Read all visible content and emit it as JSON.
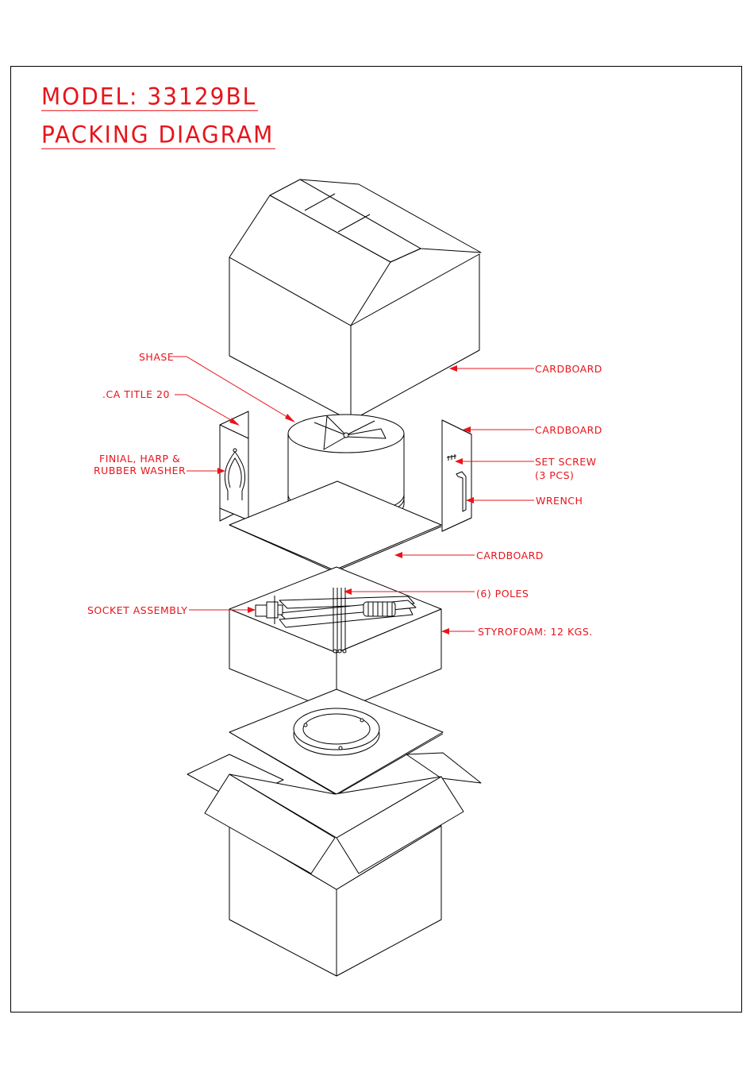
{
  "title": {
    "model": "MODEL: 33129BL",
    "subtitle": "PACKING DIAGRAM"
  },
  "colors": {
    "label": "#e8141b",
    "line": "#000000"
  },
  "labels": {
    "shase": "SHASE",
    "ca_title": ".CA TITLE 20",
    "finial_1": "FINIAL, HARP &",
    "finial_2": "RUBBER WASHER",
    "cardboard_top": "CARDBOARD",
    "cardboard_side": "CARDBOARD",
    "set_screw_1": "SET SCREW",
    "set_screw_2": "(3 PCS)",
    "wrench": "WRENCH",
    "cardboard_sheet": "CARDBOARD",
    "poles": "(6) POLES",
    "socket": "SOCKET ASSEMBLY",
    "styrofoam": "STYROFOAM: 12 KGS."
  }
}
